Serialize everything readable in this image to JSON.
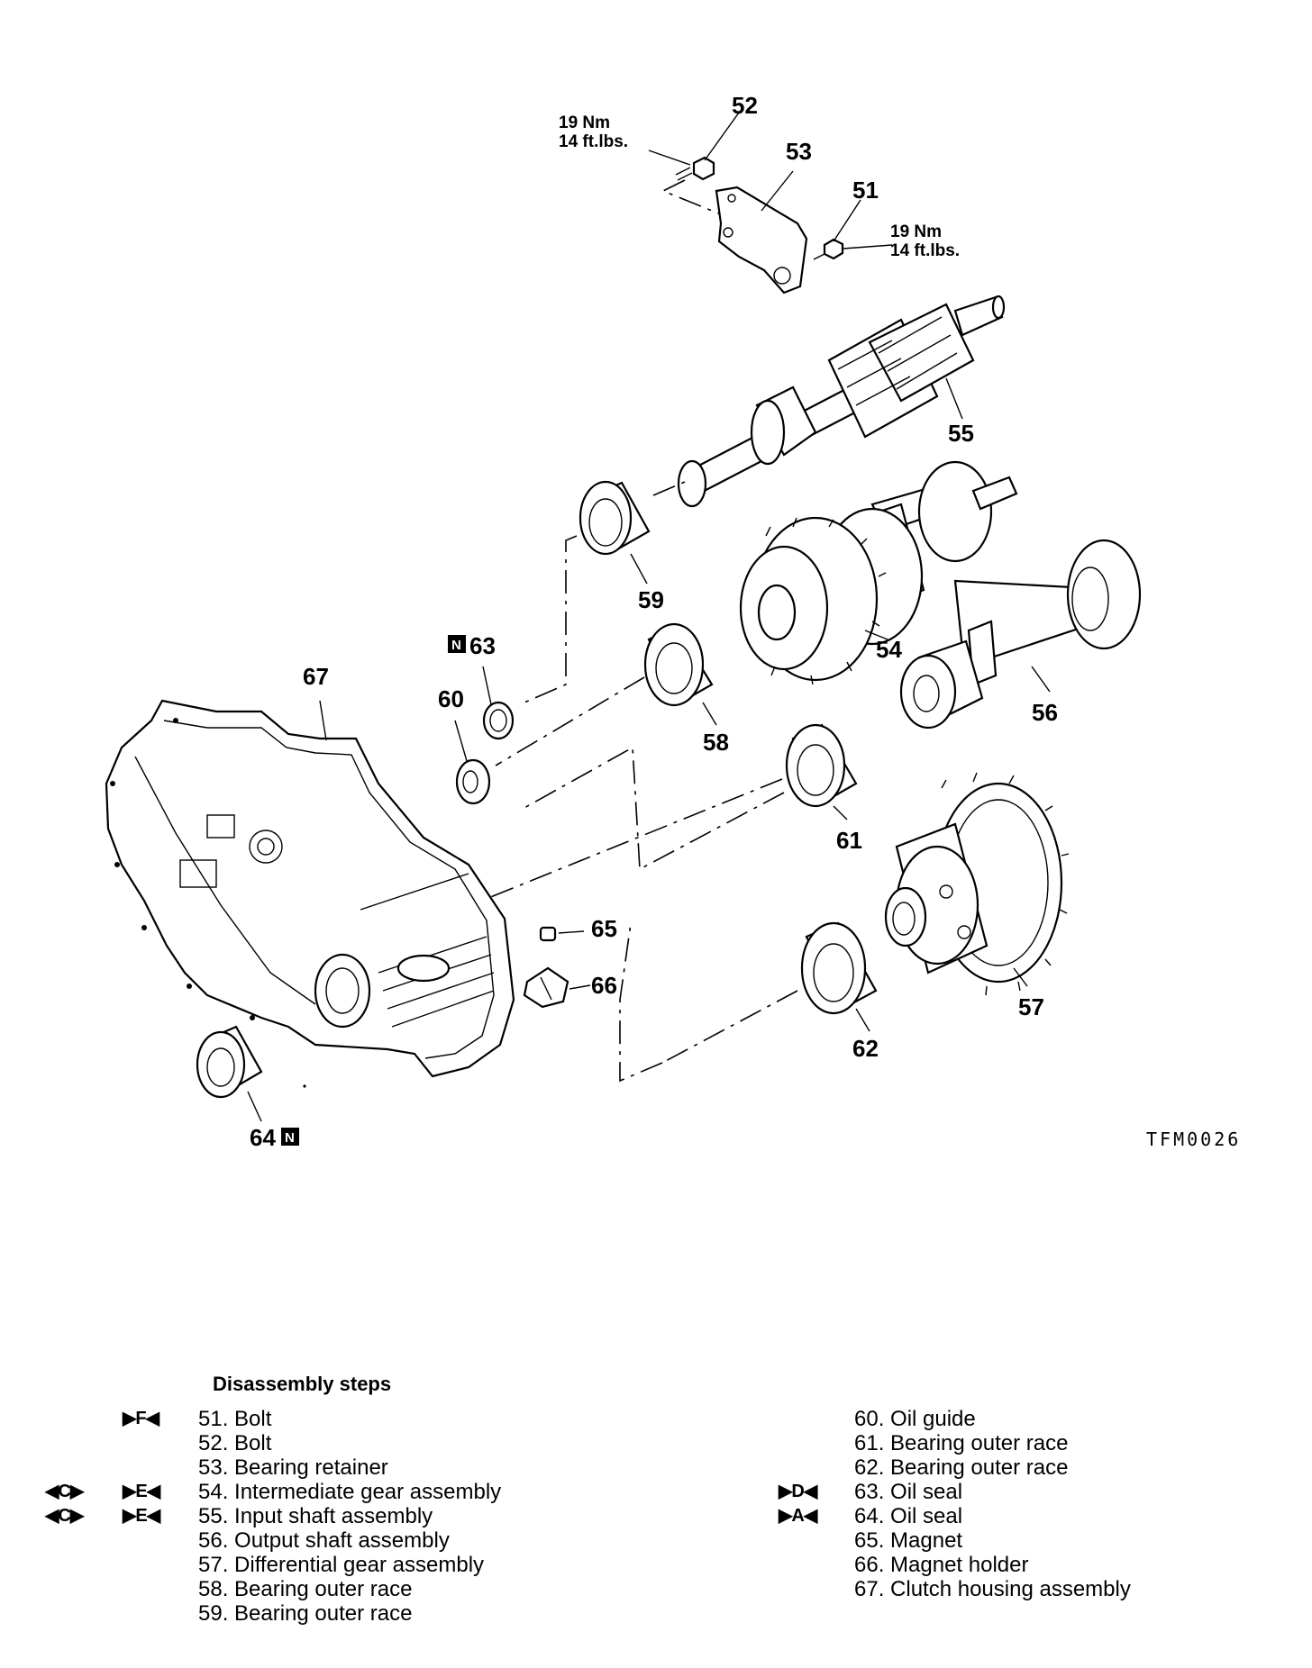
{
  "diagram": {
    "callouts": {
      "51": "51",
      "52": "52",
      "53": "53",
      "54": "54",
      "55": "55",
      "56": "56",
      "57": "57",
      "58": "58",
      "59": "59",
      "60": "60",
      "61": "61",
      "62": "62",
      "63": "63",
      "64": "64",
      "65": "65",
      "66": "66",
      "67": "67"
    },
    "torque_52": {
      "nm": "19 Nm",
      "ftlbs": "14 ft.lbs."
    },
    "torque_51": {
      "nm": "19 Nm",
      "ftlbs": "14 ft.lbs."
    },
    "new_part_mark": "N",
    "figure_id": "TFM0026"
  },
  "steps": {
    "title": "Disassembly steps",
    "left": [
      {
        "mark1": "▶F◀",
        "mark2": "",
        "text": "51. Bolt"
      },
      {
        "mark1": "",
        "mark2": "",
        "text": "52. Bolt"
      },
      {
        "mark1": "",
        "mark2": "",
        "text": "53. Bearing retainer"
      },
      {
        "mark1": "▶E◀",
        "mark2": "◀C▶",
        "text": "54. Intermediate gear assembly"
      },
      {
        "mark1": "▶E◀",
        "mark2": "◀C▶",
        "text": "55. Input shaft assembly"
      },
      {
        "mark1": "",
        "mark2": "",
        "text": "56. Output shaft assembly"
      },
      {
        "mark1": "",
        "mark2": "",
        "text": "57. Differential gear assembly"
      },
      {
        "mark1": "",
        "mark2": "",
        "text": "58. Bearing outer race"
      },
      {
        "mark1": "",
        "mark2": "",
        "text": "59. Bearing outer race"
      }
    ],
    "right": [
      {
        "mark1": "",
        "text": "60. Oil guide"
      },
      {
        "mark1": "",
        "text": "61. Bearing outer race"
      },
      {
        "mark1": "",
        "text": "62. Bearing outer race"
      },
      {
        "mark1": "▶D◀",
        "text": "63. Oil seal"
      },
      {
        "mark1": "▶A◀",
        "text": "64. Oil seal"
      },
      {
        "mark1": "",
        "text": "65. Magnet"
      },
      {
        "mark1": "",
        "text": "66. Magnet holder"
      },
      {
        "mark1": "",
        "text": "67. Clutch housing assembly"
      }
    ]
  }
}
